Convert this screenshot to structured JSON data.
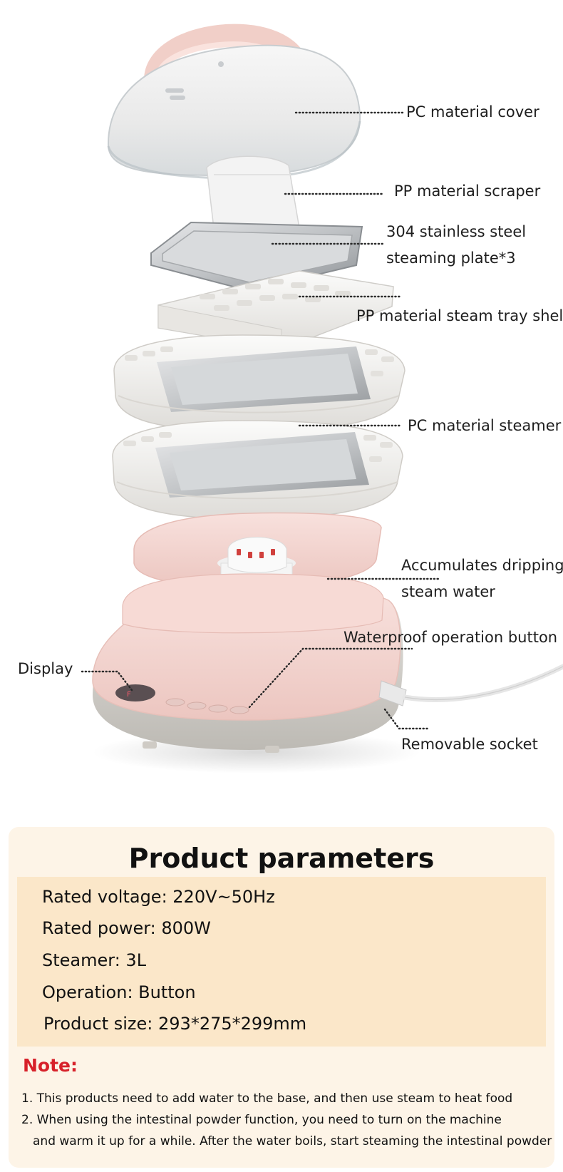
{
  "callouts": {
    "cover": "PC material cover",
    "scraper": "PP material scraper",
    "plate_line1": "304 stainless steel",
    "plate_line2": "steaming plate*3",
    "shelf": "PP material steam tray shelf",
    "steamer": "PC material steamer",
    "drip_line1": "Accumulates dripping",
    "drip_line2": "steam water",
    "button": "Waterproof operation button",
    "display": "Display",
    "socket": "Removable socket"
  },
  "params": {
    "title": "Product parameters",
    "rows": [
      "Rated voltage: 220V~50Hz",
      "Rated power: 800W",
      "Steamer: 3L",
      "Operation: Button",
      "Product size: 293*275*299mm"
    ]
  },
  "note": {
    "title": "Note:",
    "lines": [
      "1. This products need to add water to the base, and then use steam to heat food",
      "2. When using the intestinal powder function, you need to turn on the machine",
      "and warm it up for a while. After the water boils, start steaming the intestinal powder"
    ]
  },
  "colors": {
    "pink": "#f4d6d2",
    "grey_base": "#d8d6d1",
    "note_red": "#d7212a",
    "card_bg": "#fdf4e7",
    "band_bg": "#fbe7c9"
  },
  "icons": [
    "steamer-lid-icon",
    "scraper-icon",
    "steel-plate-icon",
    "tray-shelf-icon",
    "steamer-basket-icon",
    "drip-tray-icon",
    "appliance-base-icon",
    "power-cord-icon"
  ]
}
